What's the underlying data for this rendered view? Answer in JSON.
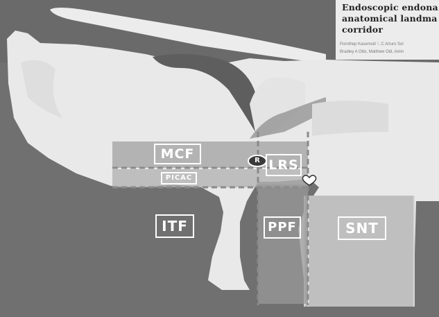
{
  "header": {
    "title_lines": [
      "Endoscopic endona",
      "anatomical landma",
      "corridor"
    ],
    "authors_lines": [
      "Pornthep Kasemsiri ¹, C Arturo Sol",
      "Bradley A Otto, Matthew Old, Amin"
    ]
  },
  "regions": {
    "mcf": "MCF",
    "lrs": "LRS",
    "picac": "PICAC",
    "itf": "ITF",
    "ppf": "PPF",
    "snt": "SNT"
  },
  "markers": {
    "round_marker": "R"
  }
}
